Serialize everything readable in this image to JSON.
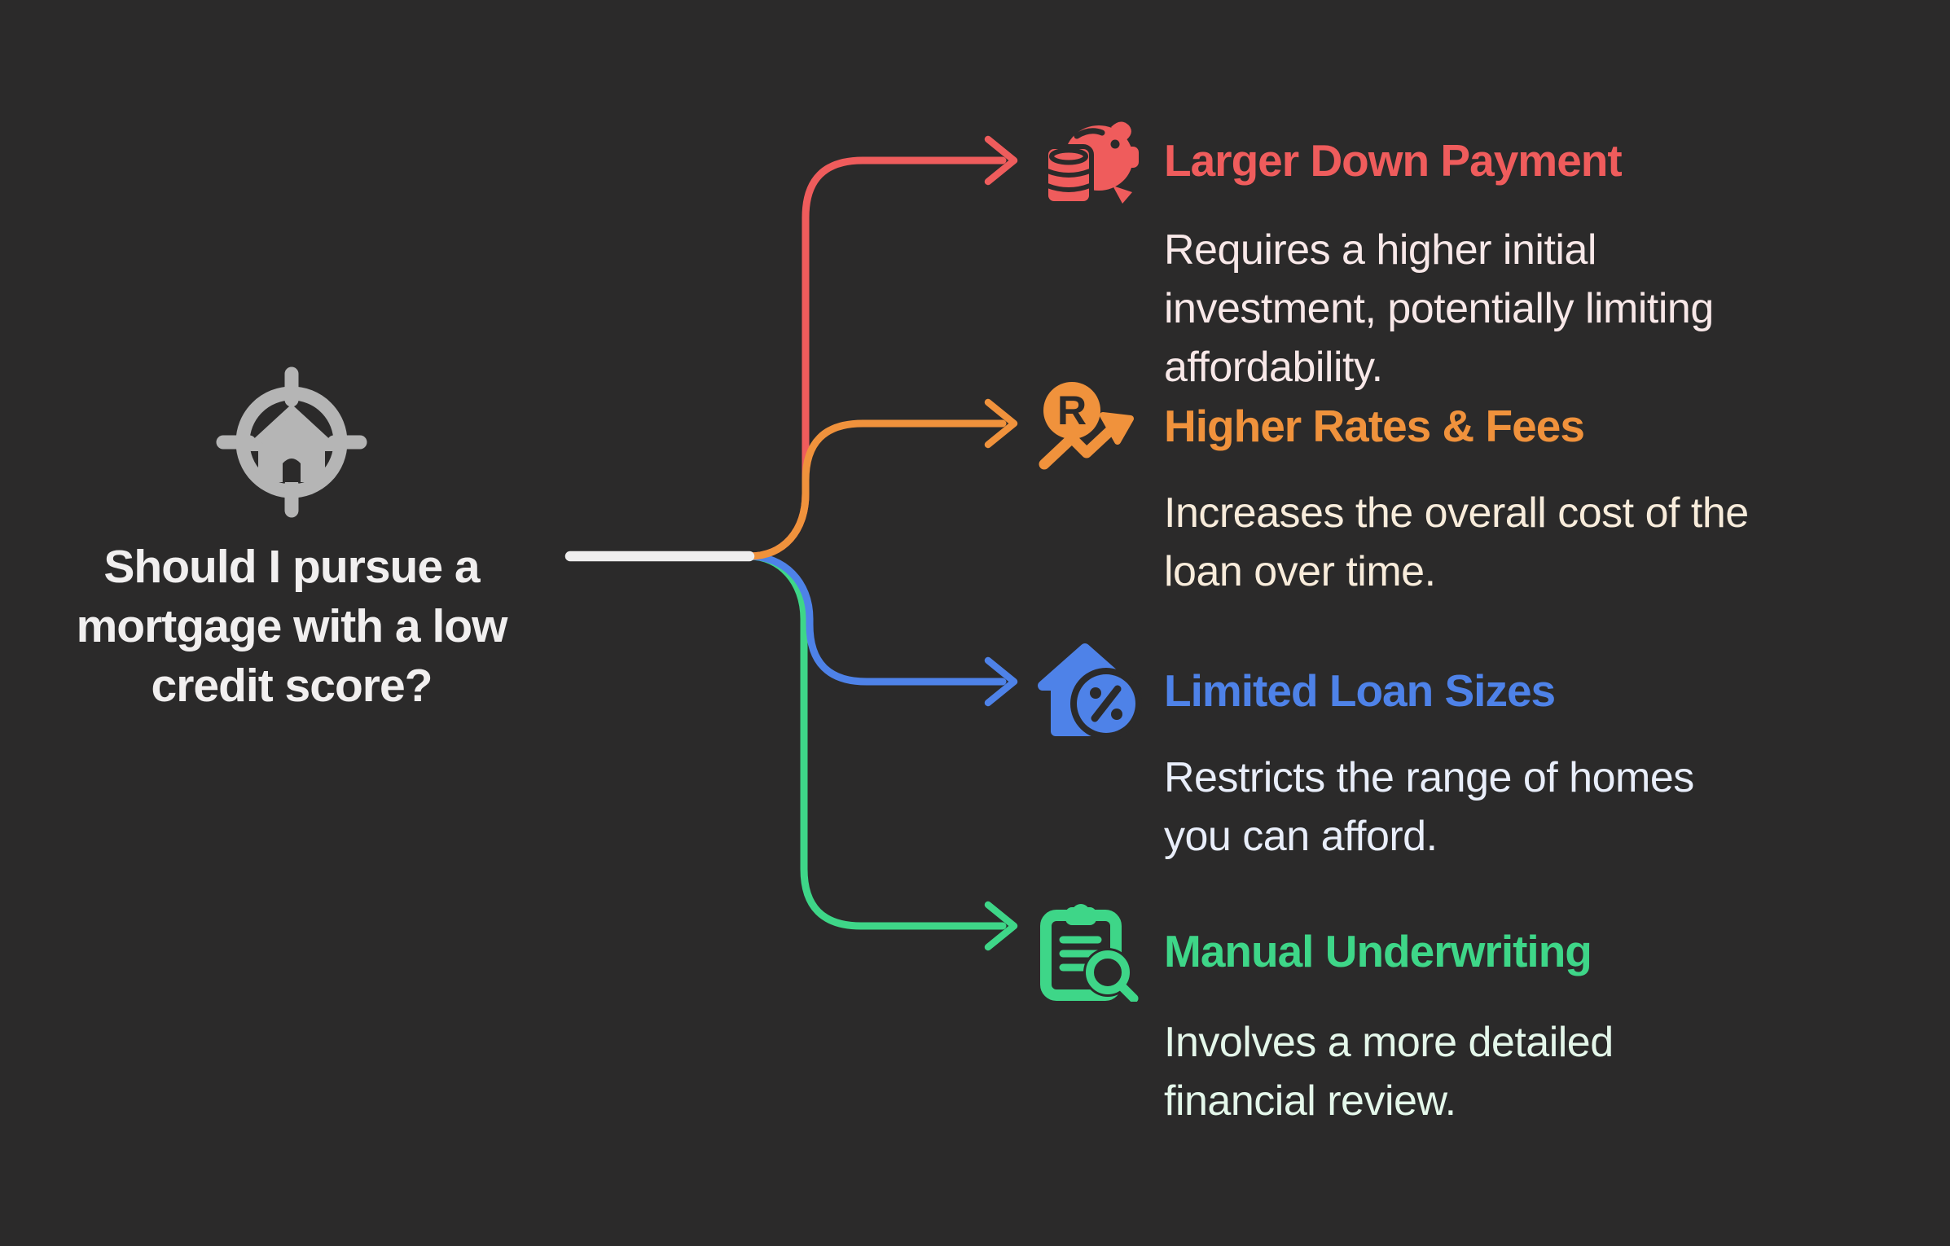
{
  "background_color": "#2b2a2a",
  "center": {
    "icon": "house-target-icon",
    "icon_color": "#b5b5b5",
    "question": "Should I pursue a\nmortgage with a low\ncredit score?",
    "question_color": "#f1efef"
  },
  "connector": {
    "trunk_color": "#efeeee",
    "arrow_style": "open-chevron"
  },
  "branches": [
    {
      "id": "larger-down-payment",
      "icon": "piggy-bank-coins-icon",
      "color": "#ef5c5c",
      "title": "Larger Down Payment",
      "description": "Requires a higher initial\ninvestment, potentially limiting\naffordability.",
      "description_color": "#f8e8e8"
    },
    {
      "id": "higher-rates-fees",
      "icon": "rate-trend-up-icon",
      "color": "#f0923c",
      "title": "Higher Rates & Fees",
      "description": "Increases the overall cost of the\nloan over time.",
      "description_color": "#f8ecdb"
    },
    {
      "id": "limited-loan-sizes",
      "icon": "house-percent-icon",
      "color": "#4e82e8",
      "title": "Limited Loan Sizes",
      "description": "Restricts the range of homes\nyou can afford.",
      "description_color": "#e9eefa"
    },
    {
      "id": "manual-underwriting",
      "icon": "clipboard-search-icon",
      "color": "#3ed688",
      "title": "Manual Underwriting",
      "description": "Involves a more detailed\nfinancial review.",
      "description_color": "#e4f7ea"
    }
  ]
}
